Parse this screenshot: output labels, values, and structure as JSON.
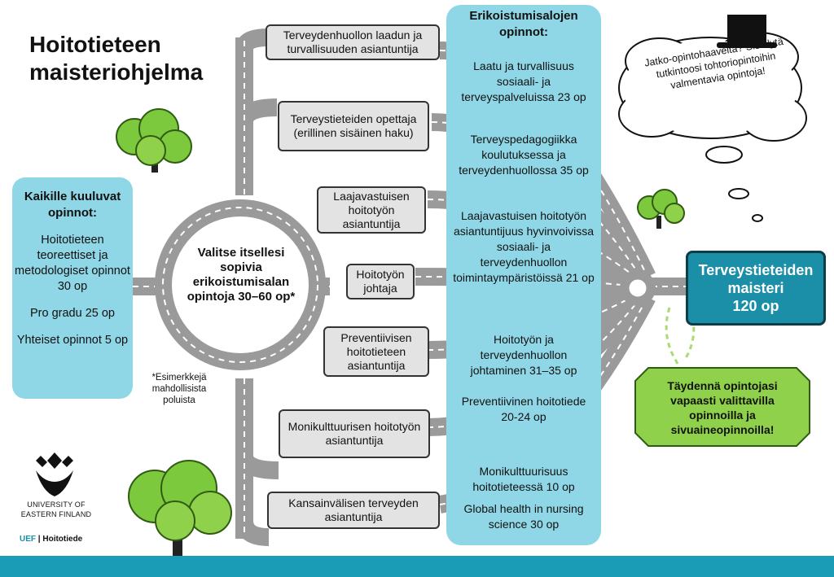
{
  "title": {
    "line1": "Hoitotieteen",
    "line2": "maisteriohjelma"
  },
  "common_studies": {
    "heading": "Kaikille kuuluvat opinnot:",
    "items": [
      "Hoitotieteen teoreettiset ja metodologiset opinnot 30 op",
      "Pro gradu 25 op",
      "Yhteiset opinnot 5 op"
    ]
  },
  "roundabout_label": "Valitse itsellesi sopivia erikoistumisalan opintoja 30–60 op*",
  "footnote": "*Esimerkkejä mahdollisista poluista",
  "paths": [
    "Terveydenhuollon laadun ja turvallisuuden asiantuntija",
    "Terveystieteiden opettaja (erillinen sisäinen haku)",
    "Laajavastuisen hoitotyön asiantuntija",
    "Hoitotyön johtaja",
    "Preventiivisen hoitotieteen asiantuntija",
    "Monikulttuurisen hoitotyön asiantuntija",
    "Kansainvälisen terveyden asiantuntija"
  ],
  "specialization": {
    "heading": "Erikoistumisalojen opinnot:",
    "items": [
      "Laatu ja turvallisuus sosiaali- ja terveyspalveluissa 23 op",
      "Terveyspedagogiikka koulutuksessa ja terveydenhuollossa 35 op",
      "Laajavastuisen hoitotyön asiantuntijuus hyvinvoivissa sosiaali- ja terveydenhuollon toimintaympäristöissä 21 op",
      "Hoitotyön ja terveydenhuollon johtaminen 31–35 op",
      "Preventiivinen hoitotiede 20-24 op",
      "Monikulttuurisuus hoitotieteessä 10 op",
      "Global health in nursing science 30 op"
    ]
  },
  "thought_cloud": "Jatko-opintohaaveita? Sisällytä tutkintoosi tohtoriopintoihin valmentavia opintoja!",
  "degree": {
    "line1": "Terveystieteiden",
    "line2": "maisteri",
    "line3": "120 op"
  },
  "electives": "Täydennä opintojasi vapaasti valittavilla opinnoilla ja sivuaineopinnoilla!",
  "logo": {
    "line1": "UNIVERSITY OF",
    "line2": "EASTERN FINLAND",
    "tag_brand": "UEF",
    "tag_sep": " | ",
    "tag_text": "Hoitotiede"
  },
  "colors": {
    "box_light_blue": "#8fd7e6",
    "degree_blue": "#1c8fa8",
    "bar_blue": "#1b9cb6",
    "road": "#9a9a9a",
    "green": "#8fd14a"
  }
}
